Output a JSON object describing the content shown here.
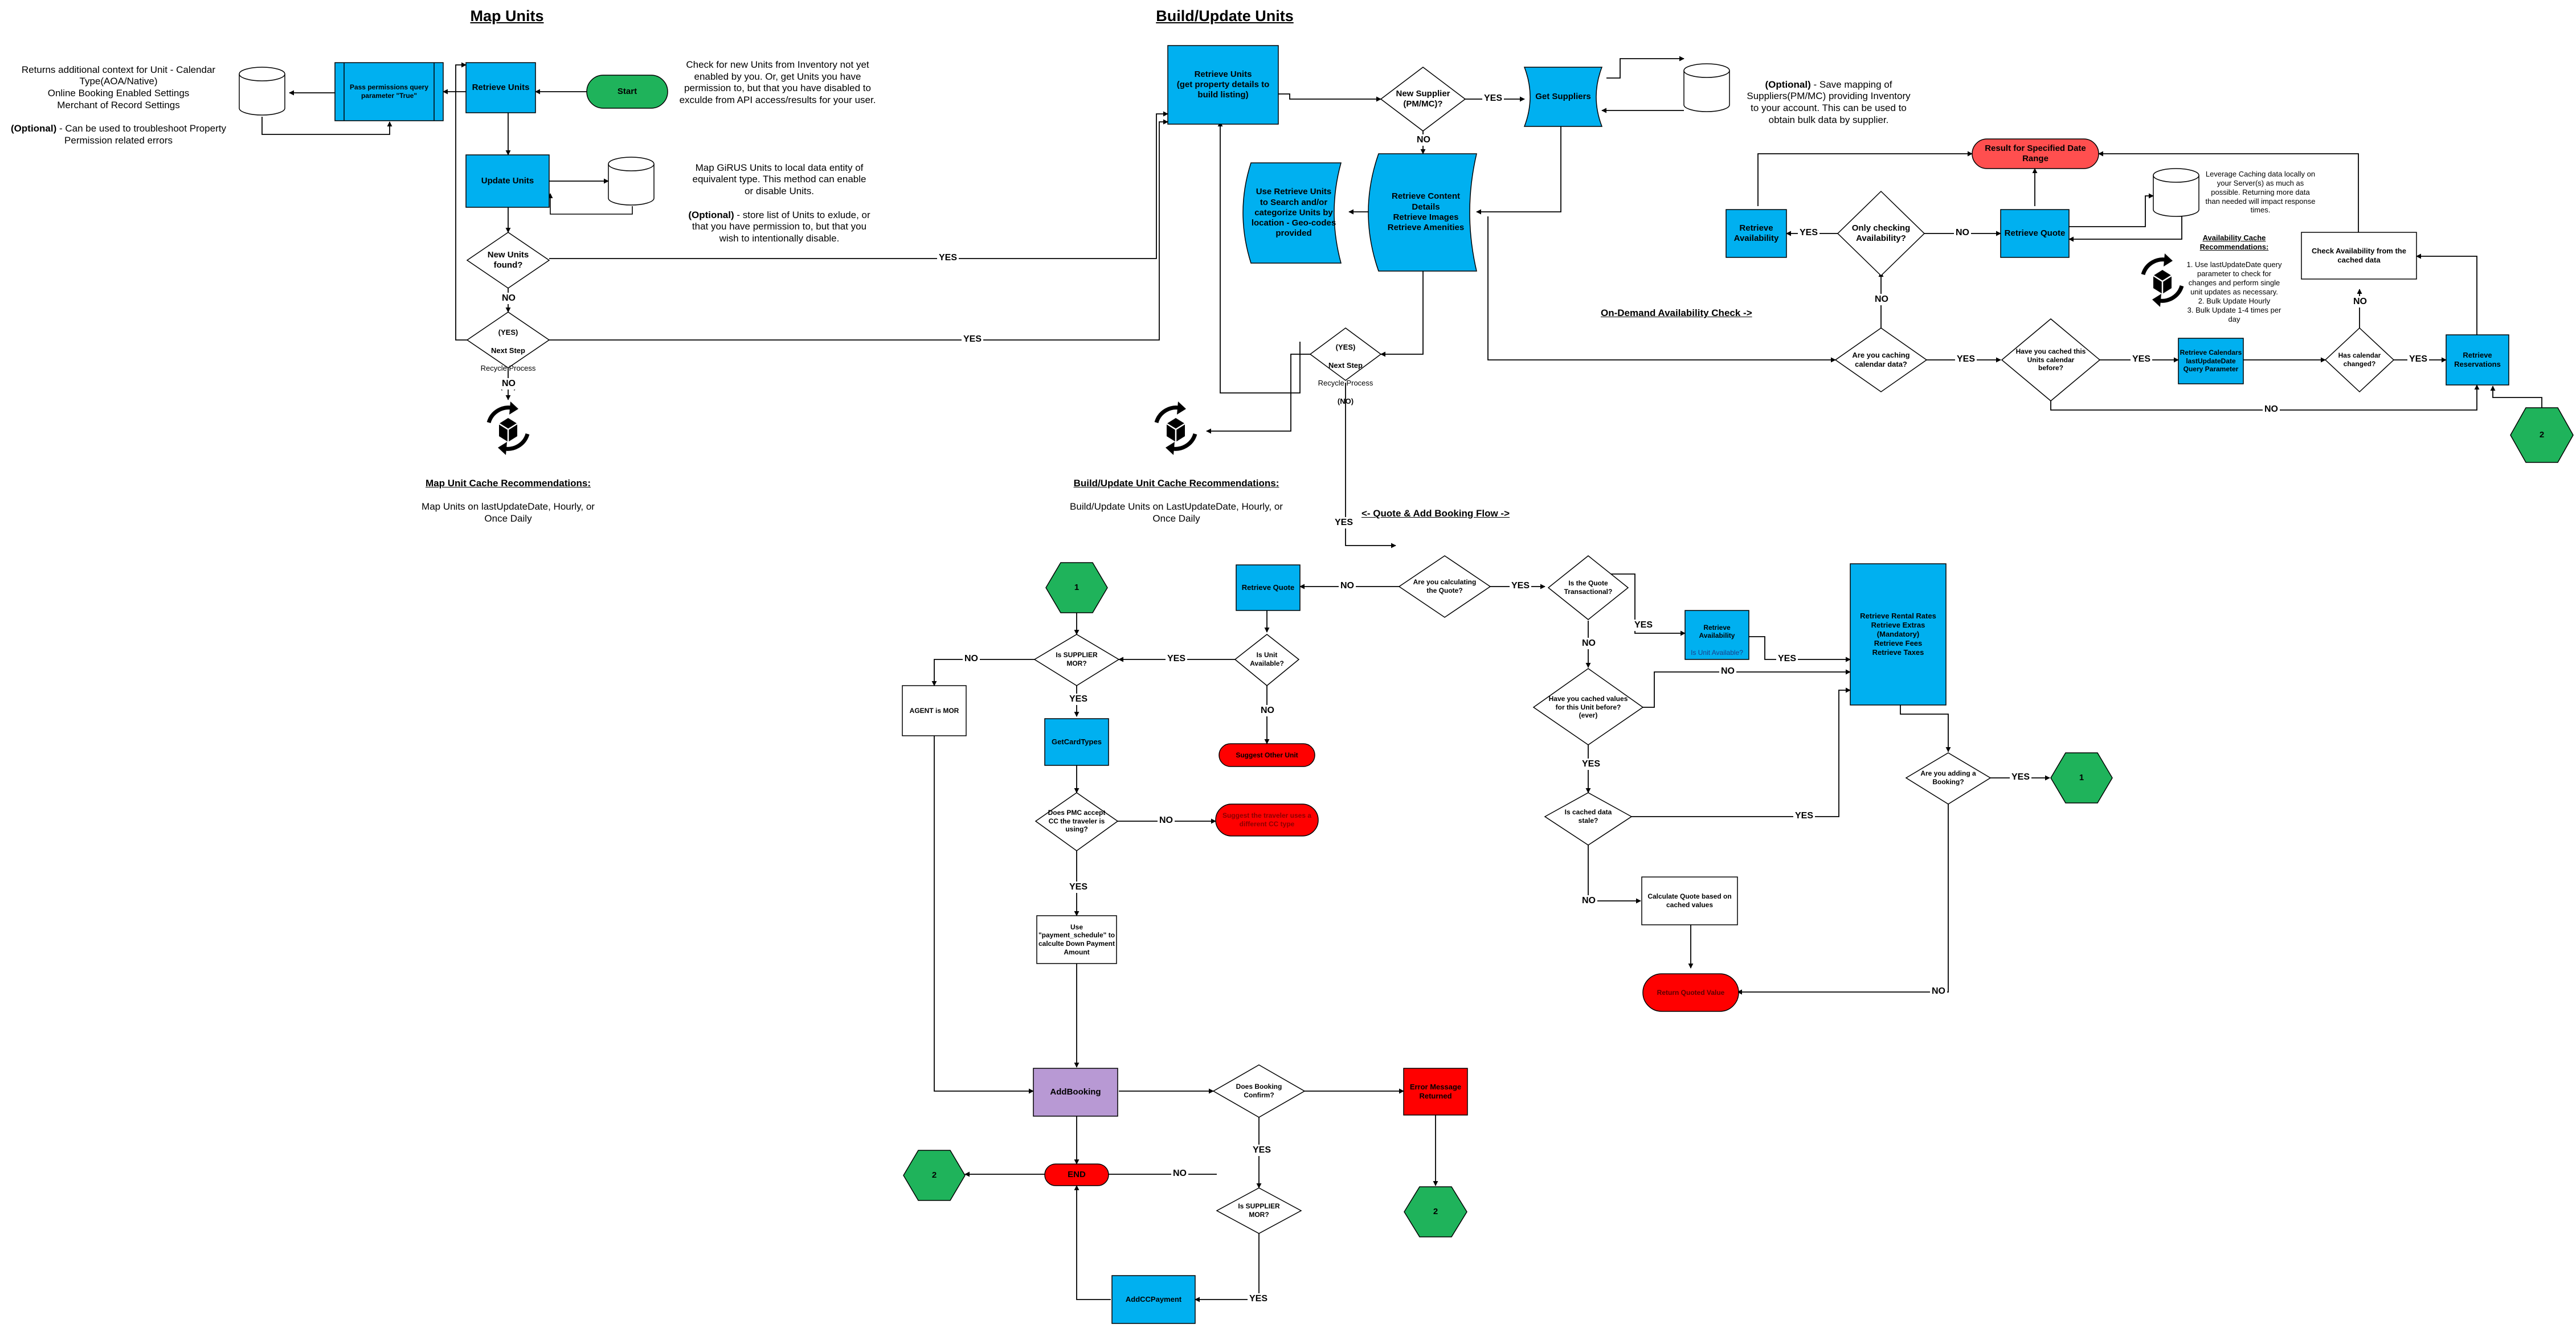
{
  "titles": {
    "map_units": "Map Units",
    "build_update_units": "Build/Update Units",
    "on_demand": "On-Demand Availability Check ->",
    "quote_flow": "<- Quote & Add Booking Flow ->"
  },
  "colors": {
    "blue": "#00b0f0",
    "green": "#1fb35b",
    "red": "#ff0000",
    "salmon": "#ff4f4f",
    "purple": "#b899d4",
    "white": "#ffffff"
  },
  "map_units": {
    "start": "Start",
    "retrieve_units": "Retrieve Units",
    "pass_permissions": "Pass permissions query parameter \"True\"",
    "update_units": "Update Units",
    "new_units_found": "New Units found?",
    "next_step_yes": "(YES)",
    "next_step": "Next Step",
    "recycle_process": "Recycle Process",
    "next_step_no": "(NO)",
    "context_note": "Returns additional context for Unit - Calendar Type(AOA/Native)\nOnline Booking Enabled Settings\nMerchant of Record Settings",
    "context_optional": "(Optional)",
    "context_optional_rest": " - Can be used to troubleshoot Property Permission related errors",
    "check_note": "Check for new Units from Inventory not yet enabled by you. Or, get Units you have permission to, but that you have disabled to exculde from API access/results for your user.",
    "map_note": "Map GiRUS Units to local data entity of equivalent type. This method can enable or disable Units.",
    "map_note_optional": "(Optional)",
    "map_note_rest": " - store list of Units to exlude, or that you have permission to, but that you wish to intentionally disable.",
    "cache_title": "Map Unit Cache Recommendations:",
    "cache_text": "Map Units on lastUpdateDate, Hourly, or Once Daily"
  },
  "build_units": {
    "retrieve_units": "Retrieve Units\n(get property details to build listing)",
    "new_supplier": "New Supplier (PM/MC)?",
    "get_suppliers": "Get Suppliers",
    "suppliers_optional": "(Optional)",
    "suppliers_note": " - Save mapping of Suppliers(PM/MC) providing Inventory to your account. This can be used to obtain bulk data by supplier.",
    "retrieve_content": "Retrieve Content Details\nRetrieve Images\nRetrieve Amenities",
    "use_retrieve": "Use Retrieve Units to Search and/or categorize Units by location - Geo-codes provided",
    "next_step_yes": "(YES)",
    "next_step": "Next Step",
    "recycle_process": "Recycle Process",
    "next_step_no": "(NO)",
    "cache_title": "Build/Update Unit Cache Recommendations:",
    "cache_text": "Build/Update Units on LastUpdateDate, Hourly, or Once Daily"
  },
  "availability": {
    "result": "Result for Specified Date Range",
    "retrieve_availability": "Retrieve Availability",
    "only_checking": "Only checking Availability?",
    "retrieve_quote": "Retrieve Quote",
    "caching_note": "Leverage Caching data locally on your Server(s) as much as possible. Returning more data than needed will impact response times.",
    "cache_rec_title": "Availability Cache Recommendations:",
    "cache_rec_text": "1. Use lastUpdateDate query parameter to check for changes and perform single unit updates as necessary.\n2. Bulk Update Hourly\n3. Bulk Update 1-4 times per day",
    "check_cached": "Check Availability from the cached data",
    "are_you_caching": "Are you caching calendar data?",
    "have_you_cached": "Have you cached this Units calendar before?",
    "retrieve_calendars": "Retrieve Calendars lastUpdateDate Query Parameter",
    "has_calendar_changed": "Has calendar changed?",
    "retrieve_reservations": "Retrieve Reservations",
    "hex_2": "2"
  },
  "quote_flow": {
    "hex_1": "1",
    "is_supplier_mor": "Is SUPPLIER MOR?",
    "agent_mor": "AGENT is MOR",
    "retrieve_quote": "Retrieve Quote",
    "is_unit_available": "Is Unit Available?",
    "suggest_other": "Suggest Other Unit",
    "are_you_calculating": "Are you calculating the Quote?",
    "is_quote_transactional": "Is the Quote Transactional?",
    "retrieve_availability": "Retrieve Availability",
    "is_unit_available_small": "Is Unit Available?",
    "retrieve_rental_rates": "Retrieve Rental Rates\nRetrieve Extras (Mandatory)\nRetrieve Fees\nRetrieve Taxes",
    "have_cached_values": "Have you cached values for this Unit before? (ever)",
    "is_cached_stale": "Is cached data stale?",
    "calculate_quote": "Calculate Quote based on cached values",
    "return_quoted": "Return Quoted Value",
    "are_you_adding": "Are you adding a Booking?",
    "hex_1b": "1",
    "get_card_types": "GetCardTypes",
    "does_pmc_accept": "Does PMC accept CC the traveler is using?",
    "suggest_credit": "Suggest the traveler uses a different CC type",
    "use_payment": "Use \"payment_schedule\" to calculte Down Payment Amount",
    "add_booking": "AddBooking",
    "does_booking_confirm": "Does Booking Confirm?",
    "error_message": "Error Message Returned",
    "hex_2a": "2",
    "end": "END",
    "hex_2b": "2",
    "is_supplier_mor2": "Is SUPPLIER MOR?",
    "add_cc_payment": "AddCCPayment"
  },
  "edge_labels": {
    "yes": "YES",
    "no": "NO"
  },
  "icons": [
    "database-icon",
    "recycle-icon"
  ]
}
